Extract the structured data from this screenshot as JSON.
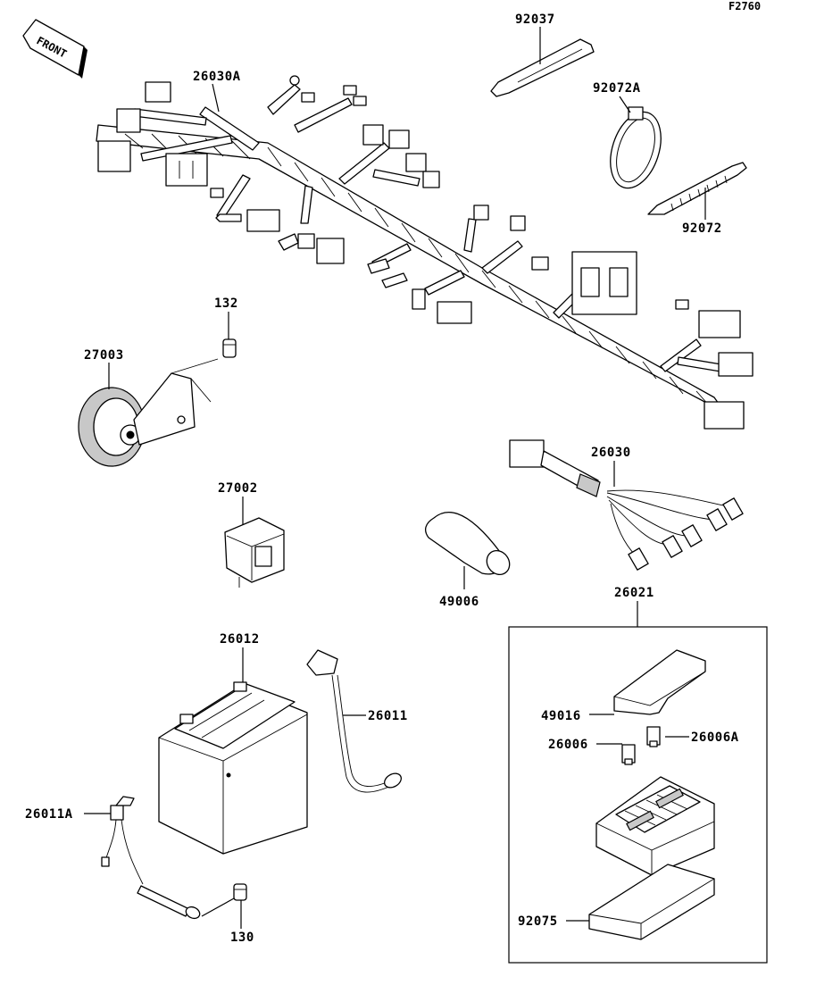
{
  "figure_id": "F2760",
  "front_label": "FRONT",
  "callouts": [
    {
      "key": "c92037",
      "text": "92037"
    },
    {
      "key": "c92072A",
      "text": "92072A"
    },
    {
      "key": "c92072",
      "text": "92072"
    },
    {
      "key": "c26030A",
      "text": "26030A"
    },
    {
      "key": "c132",
      "text": "132"
    },
    {
      "key": "c27003",
      "text": "27003"
    },
    {
      "key": "c27002",
      "text": "27002"
    },
    {
      "key": "c26030",
      "text": "26030"
    },
    {
      "key": "c49006",
      "text": "49006"
    },
    {
      "key": "c26021",
      "text": "26021"
    },
    {
      "key": "c26012",
      "text": "26012"
    },
    {
      "key": "c26011",
      "text": "26011"
    },
    {
      "key": "c49016",
      "text": "49016"
    },
    {
      "key": "c26006",
      "text": "26006"
    },
    {
      "key": "c26006A",
      "text": "26006A"
    },
    {
      "key": "c26011A",
      "text": "26011A"
    },
    {
      "key": "c92075",
      "text": "92075"
    },
    {
      "key": "c130",
      "text": "130"
    }
  ]
}
